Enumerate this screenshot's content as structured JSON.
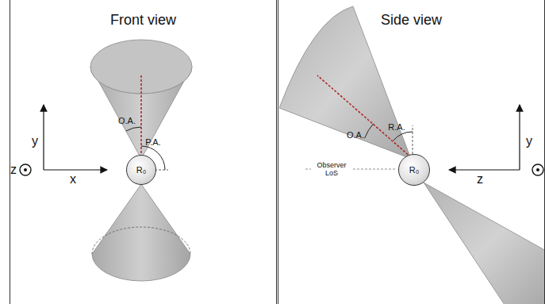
{
  "diagram": {
    "nodes": [
      {
        "text": [
          "Front view"
        ]
      },
      {
        "text": [
          "R₀"
        ],
        "in": 0
      },
      {
        "text": [
          "Side view"
        ]
      },
      {
        "text": [
          "R₀"
        ],
        "in": 2
      }
    ],
    "labels": [
      "y",
      "z",
      "x",
      "O.A.",
      "P.A.",
      "O.A.",
      "R.A.",
      "Observer LoS",
      "y",
      "z"
    ]
  }
}
